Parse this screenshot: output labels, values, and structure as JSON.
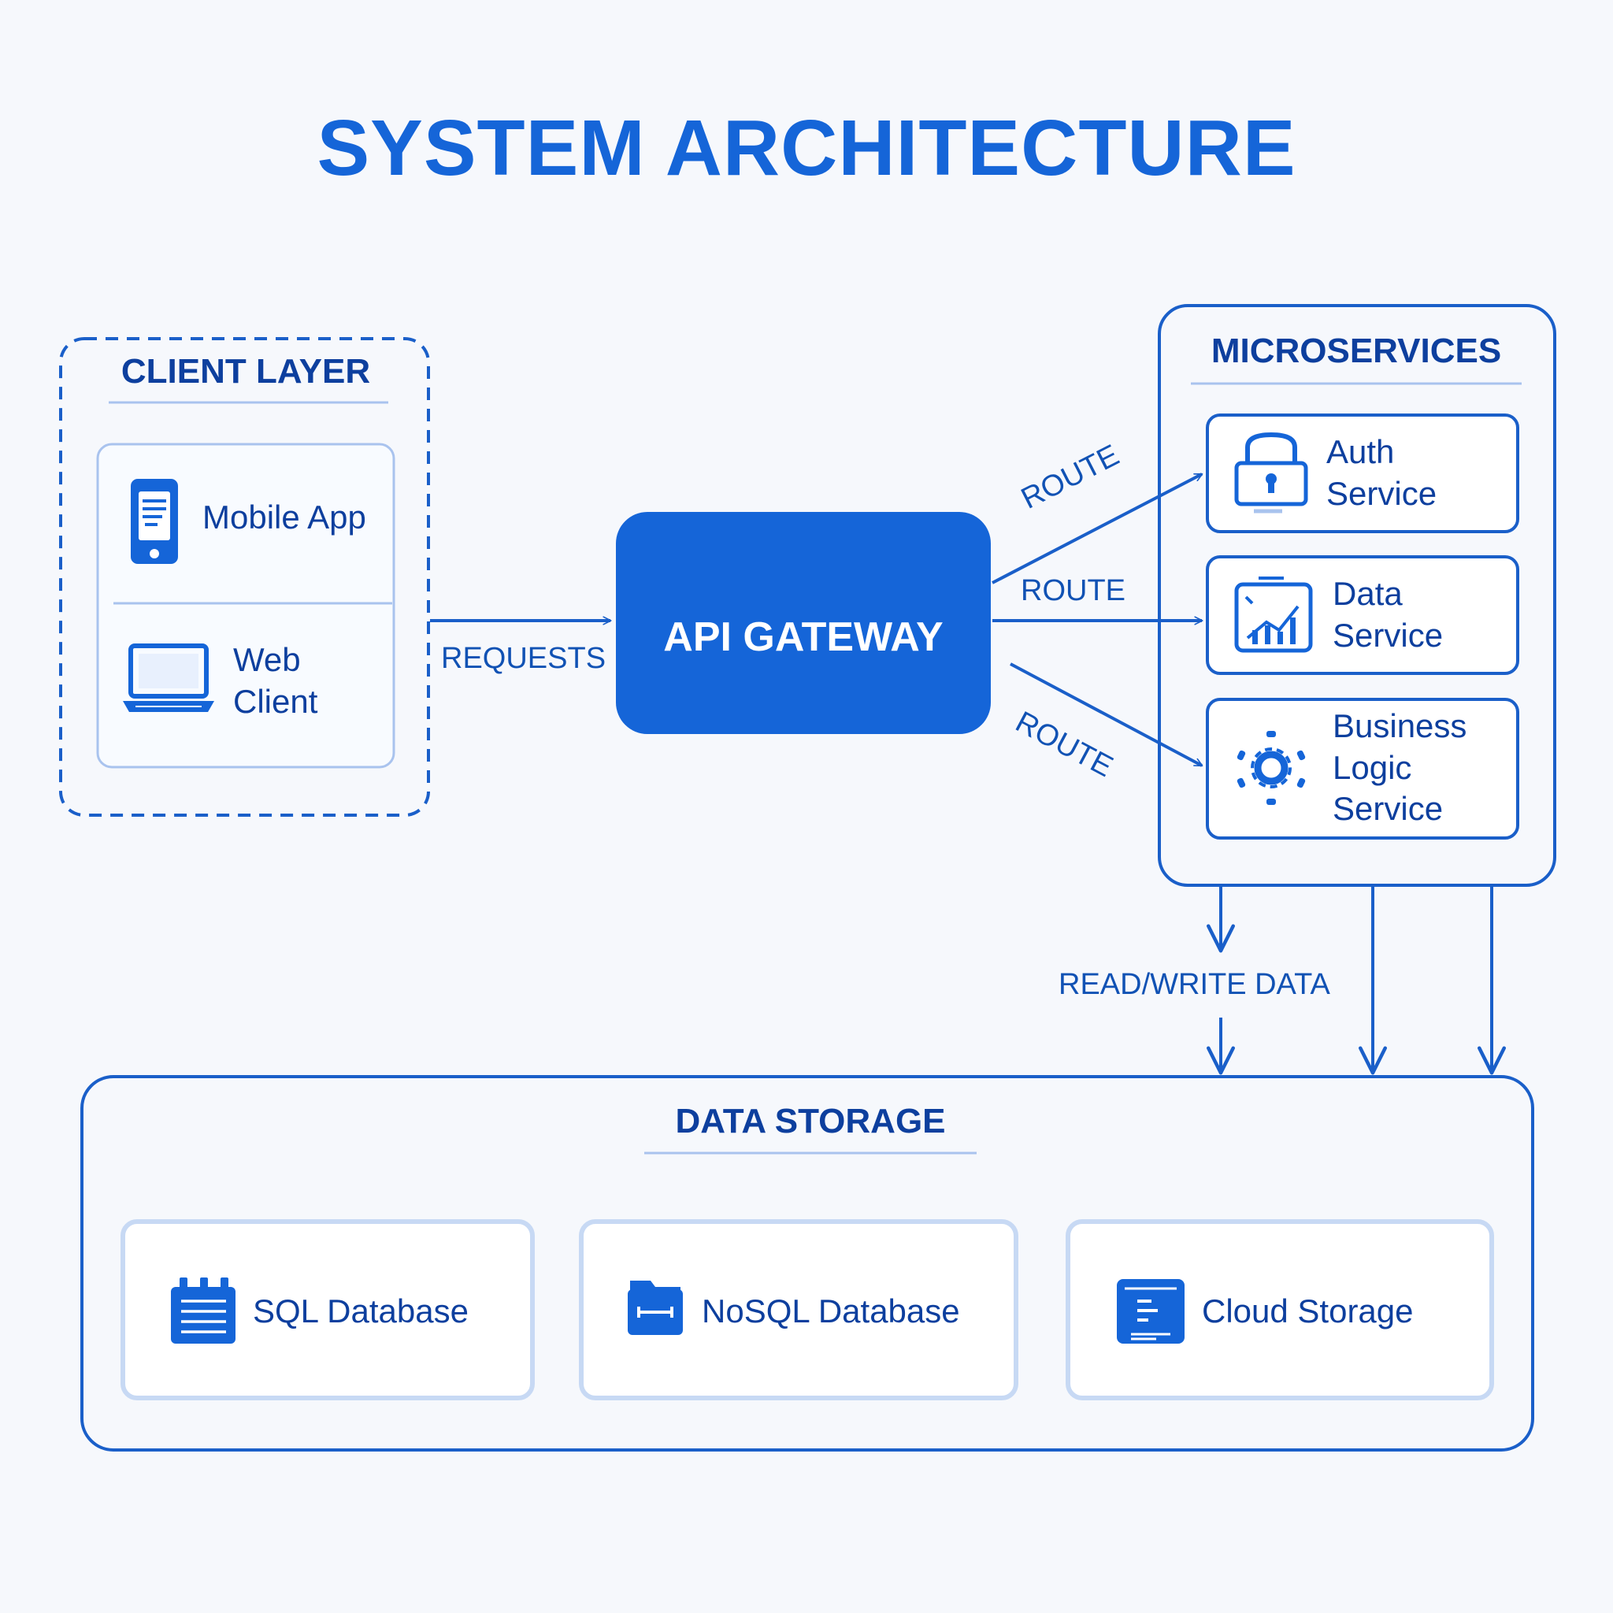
{
  "title": "SYSTEM ARCHITECTURE",
  "colors": {
    "primary": "#1565d8",
    "text": "#0d3f9e",
    "border": "#1a5fc9",
    "panel_border": "#a9c3ee",
    "background": "#f6f8fc"
  },
  "client_layer": {
    "title": "CLIENT LAYER",
    "items": [
      {
        "icon": "mobile-phone-icon",
        "lines": [
          "Mobile App"
        ]
      },
      {
        "icon": "laptop-icon",
        "lines": [
          "Web",
          "Client"
        ]
      }
    ]
  },
  "gateway": {
    "label": "API GATEWAY"
  },
  "microservices": {
    "title": "MICROSERVICES",
    "items": [
      {
        "icon": "lock-icon",
        "lines": [
          "Auth",
          "Service"
        ]
      },
      {
        "icon": "chart-icon",
        "lines": [
          "Data",
          "Service"
        ]
      },
      {
        "icon": "gear-icon",
        "lines": [
          "Business",
          "Logic",
          "Service"
        ]
      }
    ]
  },
  "data_storage": {
    "title": "DATA STORAGE",
    "items": [
      {
        "icon": "database-icon",
        "label": "SQL Database"
      },
      {
        "icon": "folder-icon",
        "label": "NoSQL Database"
      },
      {
        "icon": "cloud-storage-icon",
        "label": "Cloud Storage"
      }
    ]
  },
  "flows": {
    "requests": "REQUESTS",
    "route_1": "ROUTE",
    "route_2": "ROUTE",
    "route_3": "ROUTE",
    "read_write": "READ/WRITE DATA"
  }
}
